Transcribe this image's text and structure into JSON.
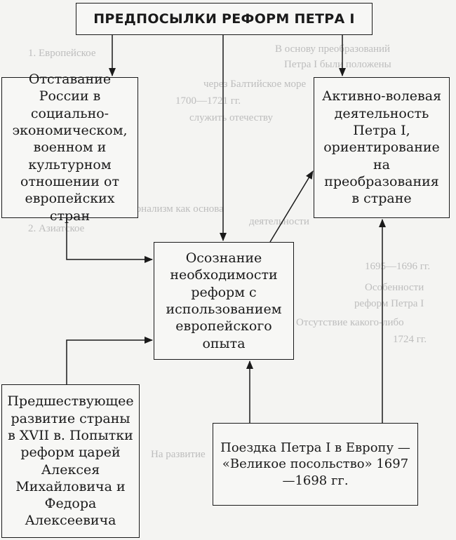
{
  "diagram": {
    "title": "ПРЕДПОСЫЛКИ РЕФОРМ ПЕТРА I",
    "nodes": {
      "lag": "Отставание России в социально-экономическом, военном и культурном отношении от европейских стран",
      "activity": "Активно-волевая деятельность Петра I, ориентирование на преобразования в стране",
      "awareness": "Осознание необходимости реформ с использованием европейского опыта",
      "preceding": "Предшествующее развитие страны в XVII в. Попытки реформ царей Алексея Михайловича и Федора Алексеевича",
      "embassy": "Поездка Петра I в Европу — «Великое посольство» 1697—1698 гг."
    }
  },
  "bleed_through": [
    "1. Европейское",
    "В основу преобразований",
    "Петра I были положены",
    "через Балтийское море",
    "1700—1721 гг.",
    "служить отечеству",
    "Практицизм и рационализм как основа",
    "деятельности",
    "2. Азиатское",
    "Особенности",
    "реформ Петра I",
    "1695—1696 гг.",
    "1724 гг.",
    "Отсутствие какого-либо",
    "На развитие"
  ]
}
